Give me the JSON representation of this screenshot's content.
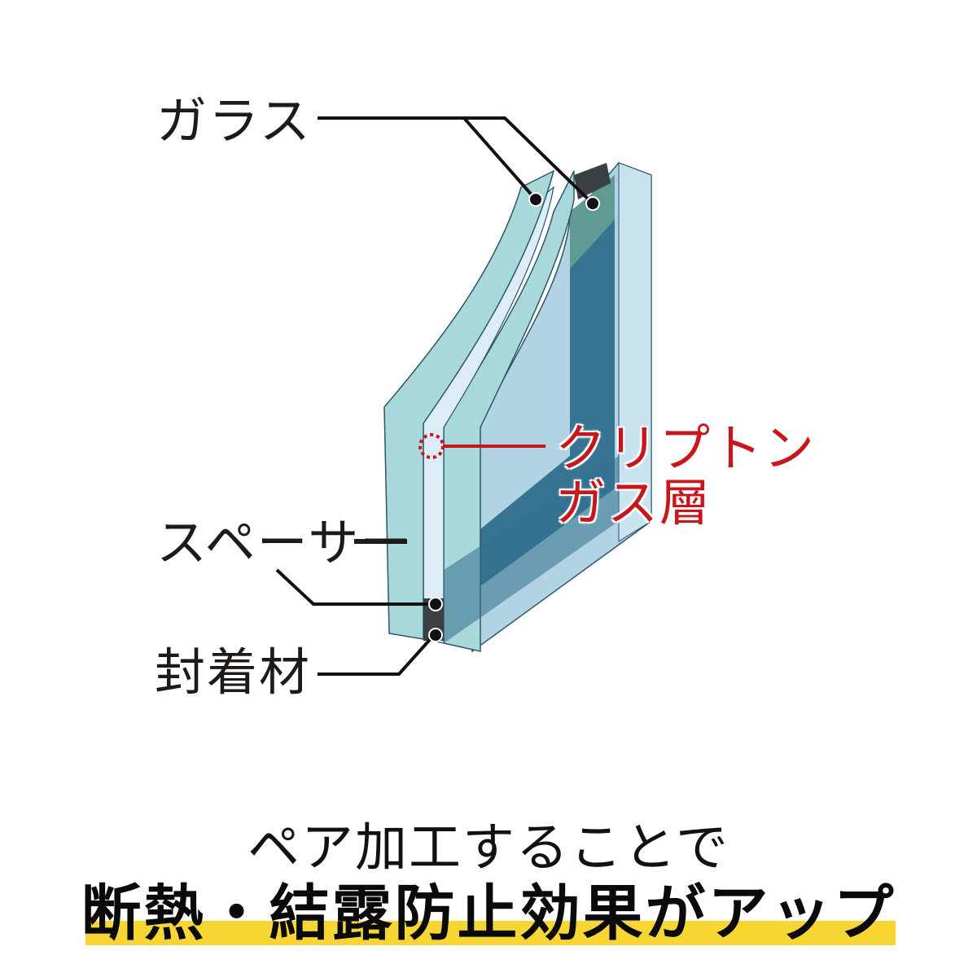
{
  "diagram": {
    "title": "Pair glass cross-section with krypton gas layer",
    "labels": {
      "glass": "ガラス",
      "krypton_line1": "クリプトン",
      "krypton_line2": "ガス層",
      "spacer": "スペーサー",
      "sealant": "封着材"
    },
    "colors": {
      "glass_front": "#a9d8da",
      "glass_light": "#d8eef5",
      "glass_side": "#b7dbe6",
      "glass_dark": "#2f6f8d",
      "spacer": "#3a3f44",
      "leader_line": "#111111",
      "krypton_red": "#c8161d"
    }
  },
  "caption": {
    "line1": "ペア加工することで",
    "line2": "断熱・結露防止効果がアップ",
    "highlight_color": "#f7d634"
  }
}
